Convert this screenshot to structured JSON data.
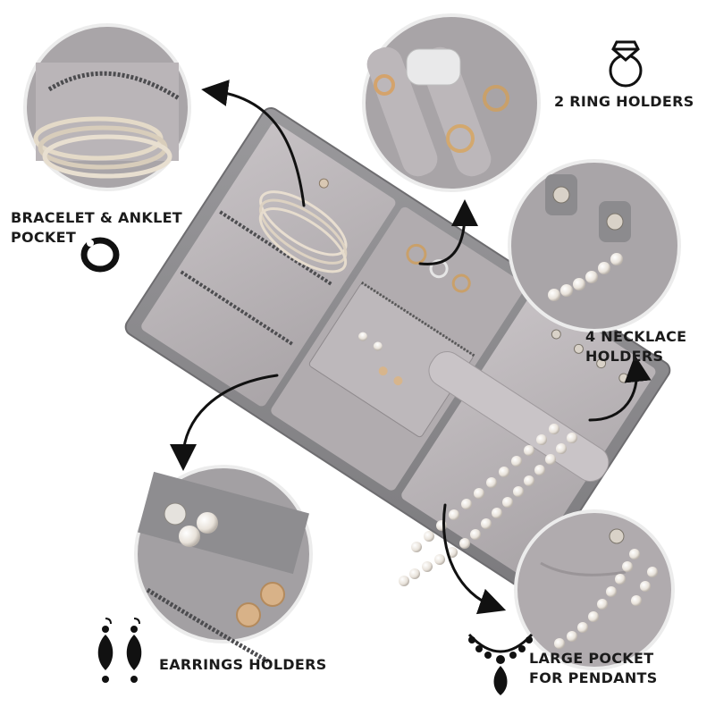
{
  "labels": {
    "ring_holders": "2 RING HOLDERS",
    "bracelet_line1": "BRACELET & ANKLET",
    "bracelet_line2": "POCKET",
    "necklace_line1": "4 NECKLACE",
    "necklace_line2": "HOLDERS",
    "earrings": "EARRINGS HOLDERS",
    "pendants_line1": "LARGE POCKET",
    "pendants_line2": "FOR PENDANTS"
  },
  "icons": {
    "ring": "diamond-ring-icon",
    "bracelet": "bangle-bracelet-icon",
    "earrings": "drop-earrings-icon",
    "necklace": "pendant-necklace-icon"
  },
  "colors": {
    "case_gray": "#8c8b8e",
    "velvet": "#b8b3b6",
    "velvet_light": "#c7c2c5",
    "arrow": "#111111",
    "text": "#1b1b1b",
    "pearl": "#f3efe9",
    "gold": "#c9a06a"
  }
}
